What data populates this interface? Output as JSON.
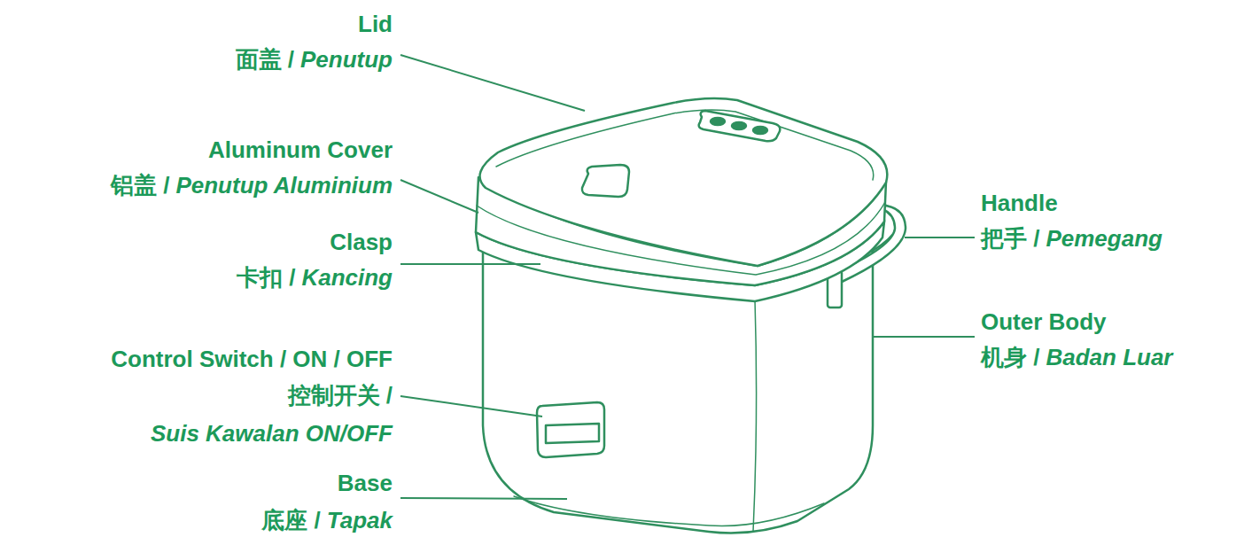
{
  "diagram": {
    "labels": [
      "Lid",
      "面盖 /",
      "Penutup",
      "Aluminum Cover",
      "铝盖 /",
      "Penutup Aluminium",
      "Clasp",
      "卡扣 /",
      "Kancing",
      "Control Switch / ON / OFF",
      "控制开关 /",
      "Suis Kawalan ON/OFF",
      "Base",
      "底座 /",
      "Tapak",
      "Handle",
      "把手 /",
      "Pemegang",
      "Outer Body",
      "机身 /",
      "Badan Luar"
    ]
  }
}
